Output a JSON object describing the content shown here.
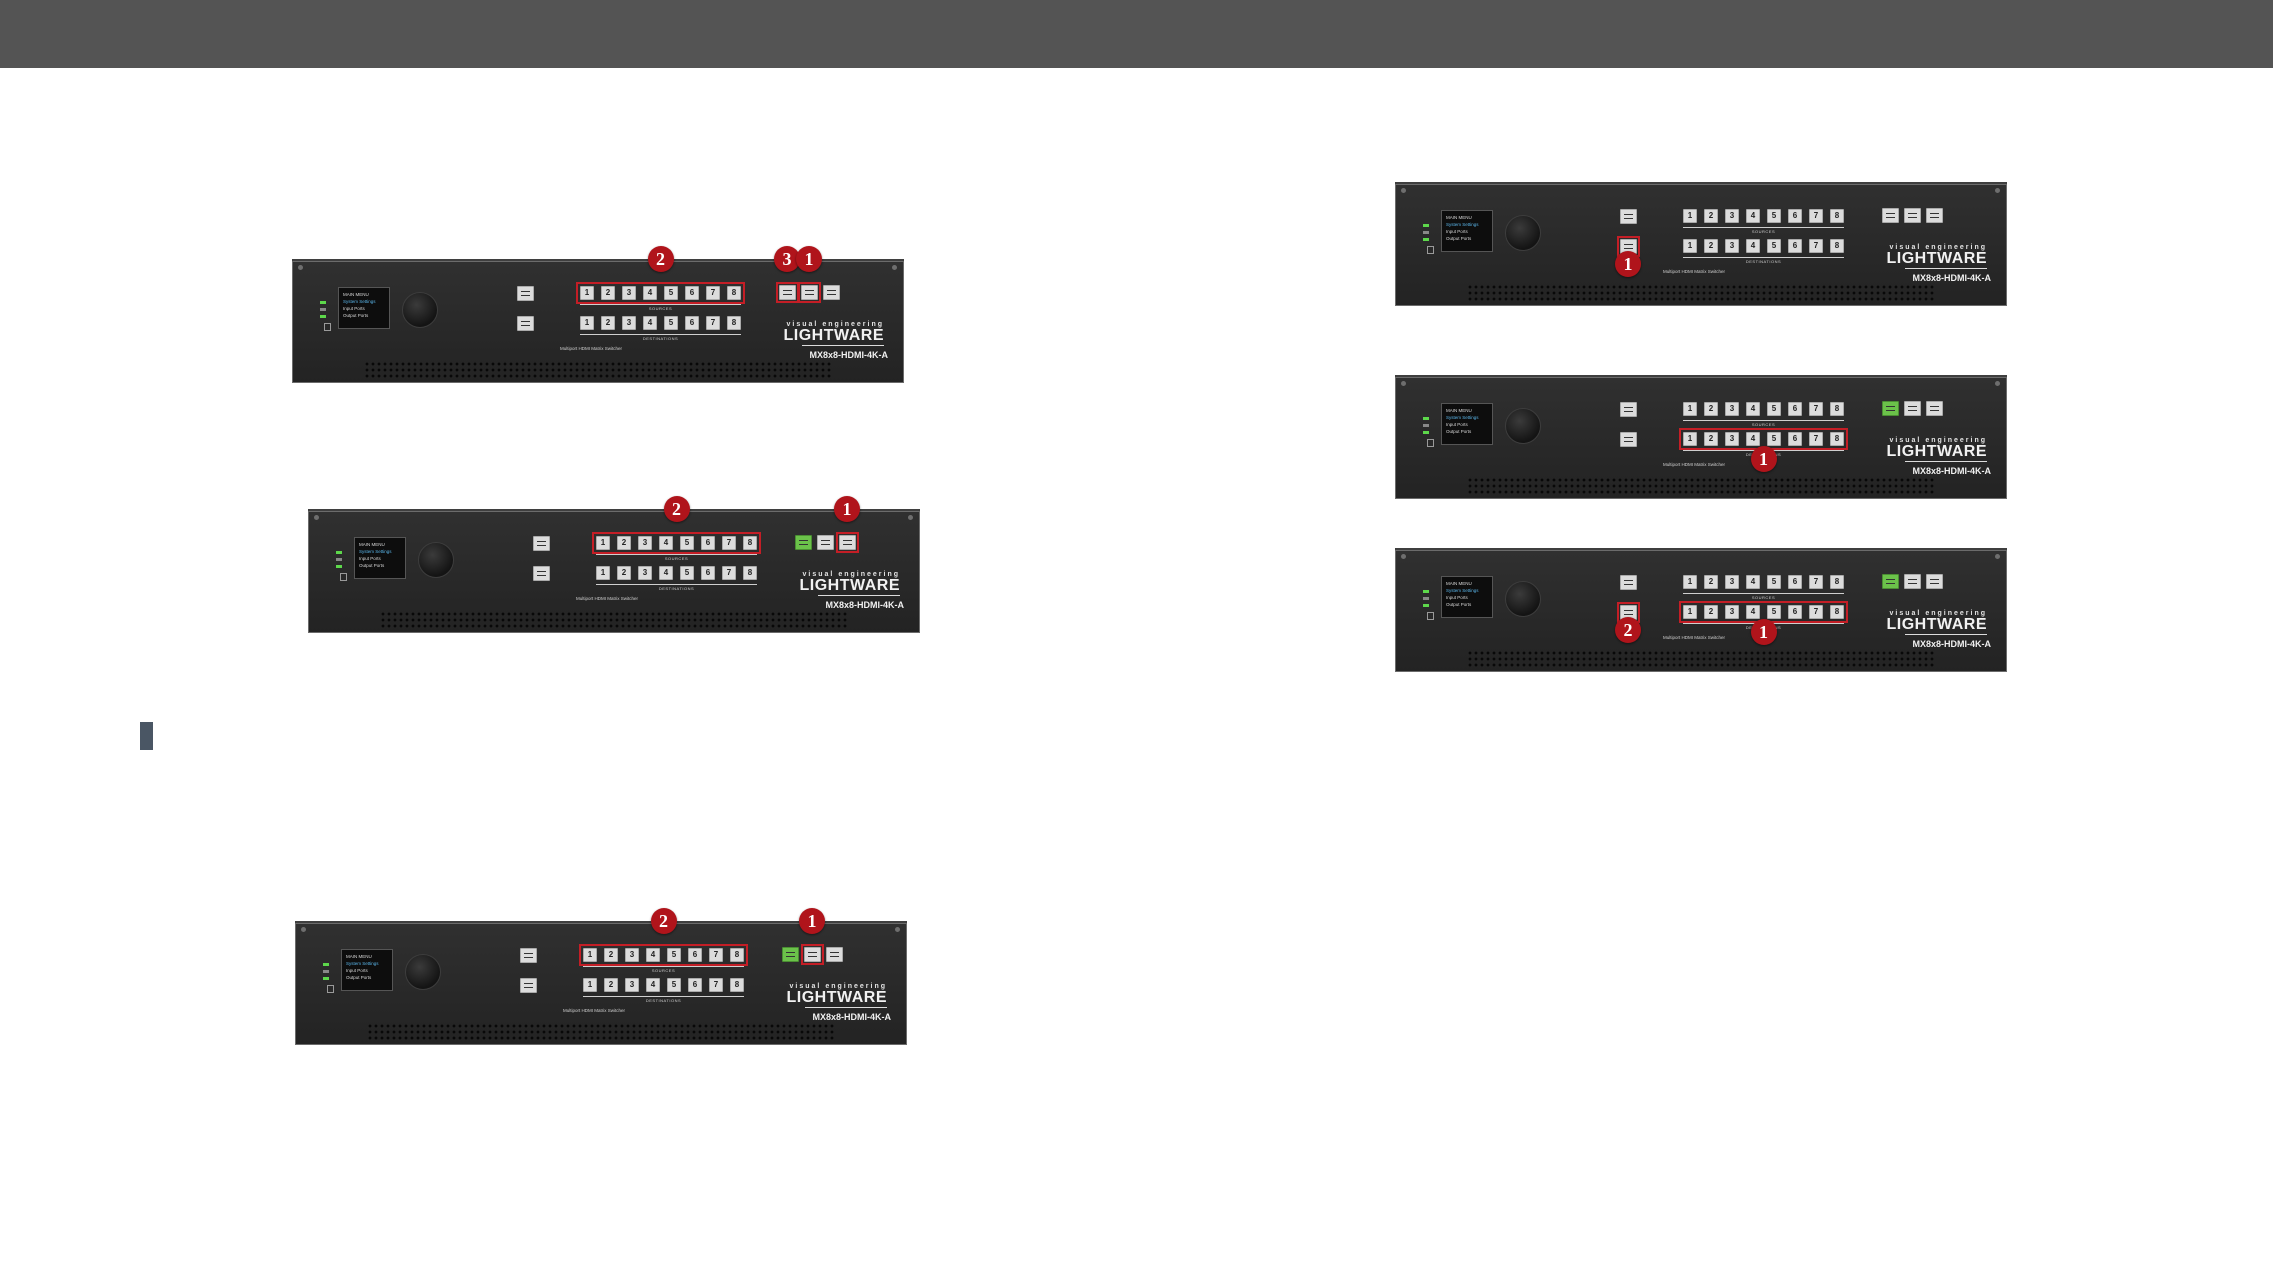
{
  "panel": {
    "lcd_lines": [
      "MAIN MENU",
      "System Settings",
      "Input Ports",
      "Output Ports"
    ],
    "sources_label": "SOURCES",
    "destinations_label": "DESTINATIONS",
    "subtitle": "Multiport HDMI Matrix Switcher",
    "logo_tagline": "visual engineering",
    "logo_name": "LIGHTWARE",
    "model": "MX8x8-HDMI-4K-A",
    "port_numbers": [
      "1",
      "2",
      "3",
      "4",
      "5",
      "6",
      "7",
      "8"
    ]
  },
  "figures": [
    {
      "id": "fig-a",
      "green_func": null,
      "highlight_sources": true,
      "highlight_destinations": false,
      "highlight_funcs": [
        0,
        1
      ],
      "highlight_side": [],
      "callouts": [
        {
          "label": "2",
          "target": "sources-top"
        },
        {
          "label": "3",
          "target": "func0-top"
        },
        {
          "label": "1",
          "target": "func1-top"
        }
      ]
    },
    {
      "id": "fig-b",
      "green_func": 0,
      "highlight_sources": true,
      "highlight_destinations": false,
      "highlight_funcs": [
        2
      ],
      "highlight_side": [],
      "callouts": [
        {
          "label": "2",
          "target": "sources-top"
        },
        {
          "label": "1",
          "target": "func2-top"
        }
      ]
    },
    {
      "id": "fig-c",
      "green_func": 0,
      "highlight_sources": true,
      "highlight_destinations": false,
      "highlight_funcs": [
        1
      ],
      "highlight_side": [],
      "callouts": [
        {
          "label": "2",
          "target": "sources-top"
        },
        {
          "label": "1",
          "target": "func1-top"
        }
      ]
    },
    {
      "id": "fig-d",
      "green_func": null,
      "highlight_sources": false,
      "highlight_destinations": false,
      "highlight_funcs": [],
      "highlight_side": [
        1
      ],
      "callouts": [
        {
          "label": "1",
          "target": "side1-bottom"
        }
      ]
    },
    {
      "id": "fig-e",
      "green_func": 0,
      "highlight_sources": false,
      "highlight_destinations": true,
      "highlight_funcs": [],
      "highlight_side": [],
      "callouts": [
        {
          "label": "1",
          "target": "destinations-bottom"
        }
      ]
    },
    {
      "id": "fig-f",
      "green_func": 0,
      "highlight_sources": false,
      "highlight_destinations": true,
      "highlight_funcs": [],
      "highlight_side": [
        1
      ],
      "callouts": [
        {
          "label": "2",
          "target": "side1-bottom"
        },
        {
          "label": "1",
          "target": "destinations-bottom"
        }
      ]
    }
  ]
}
